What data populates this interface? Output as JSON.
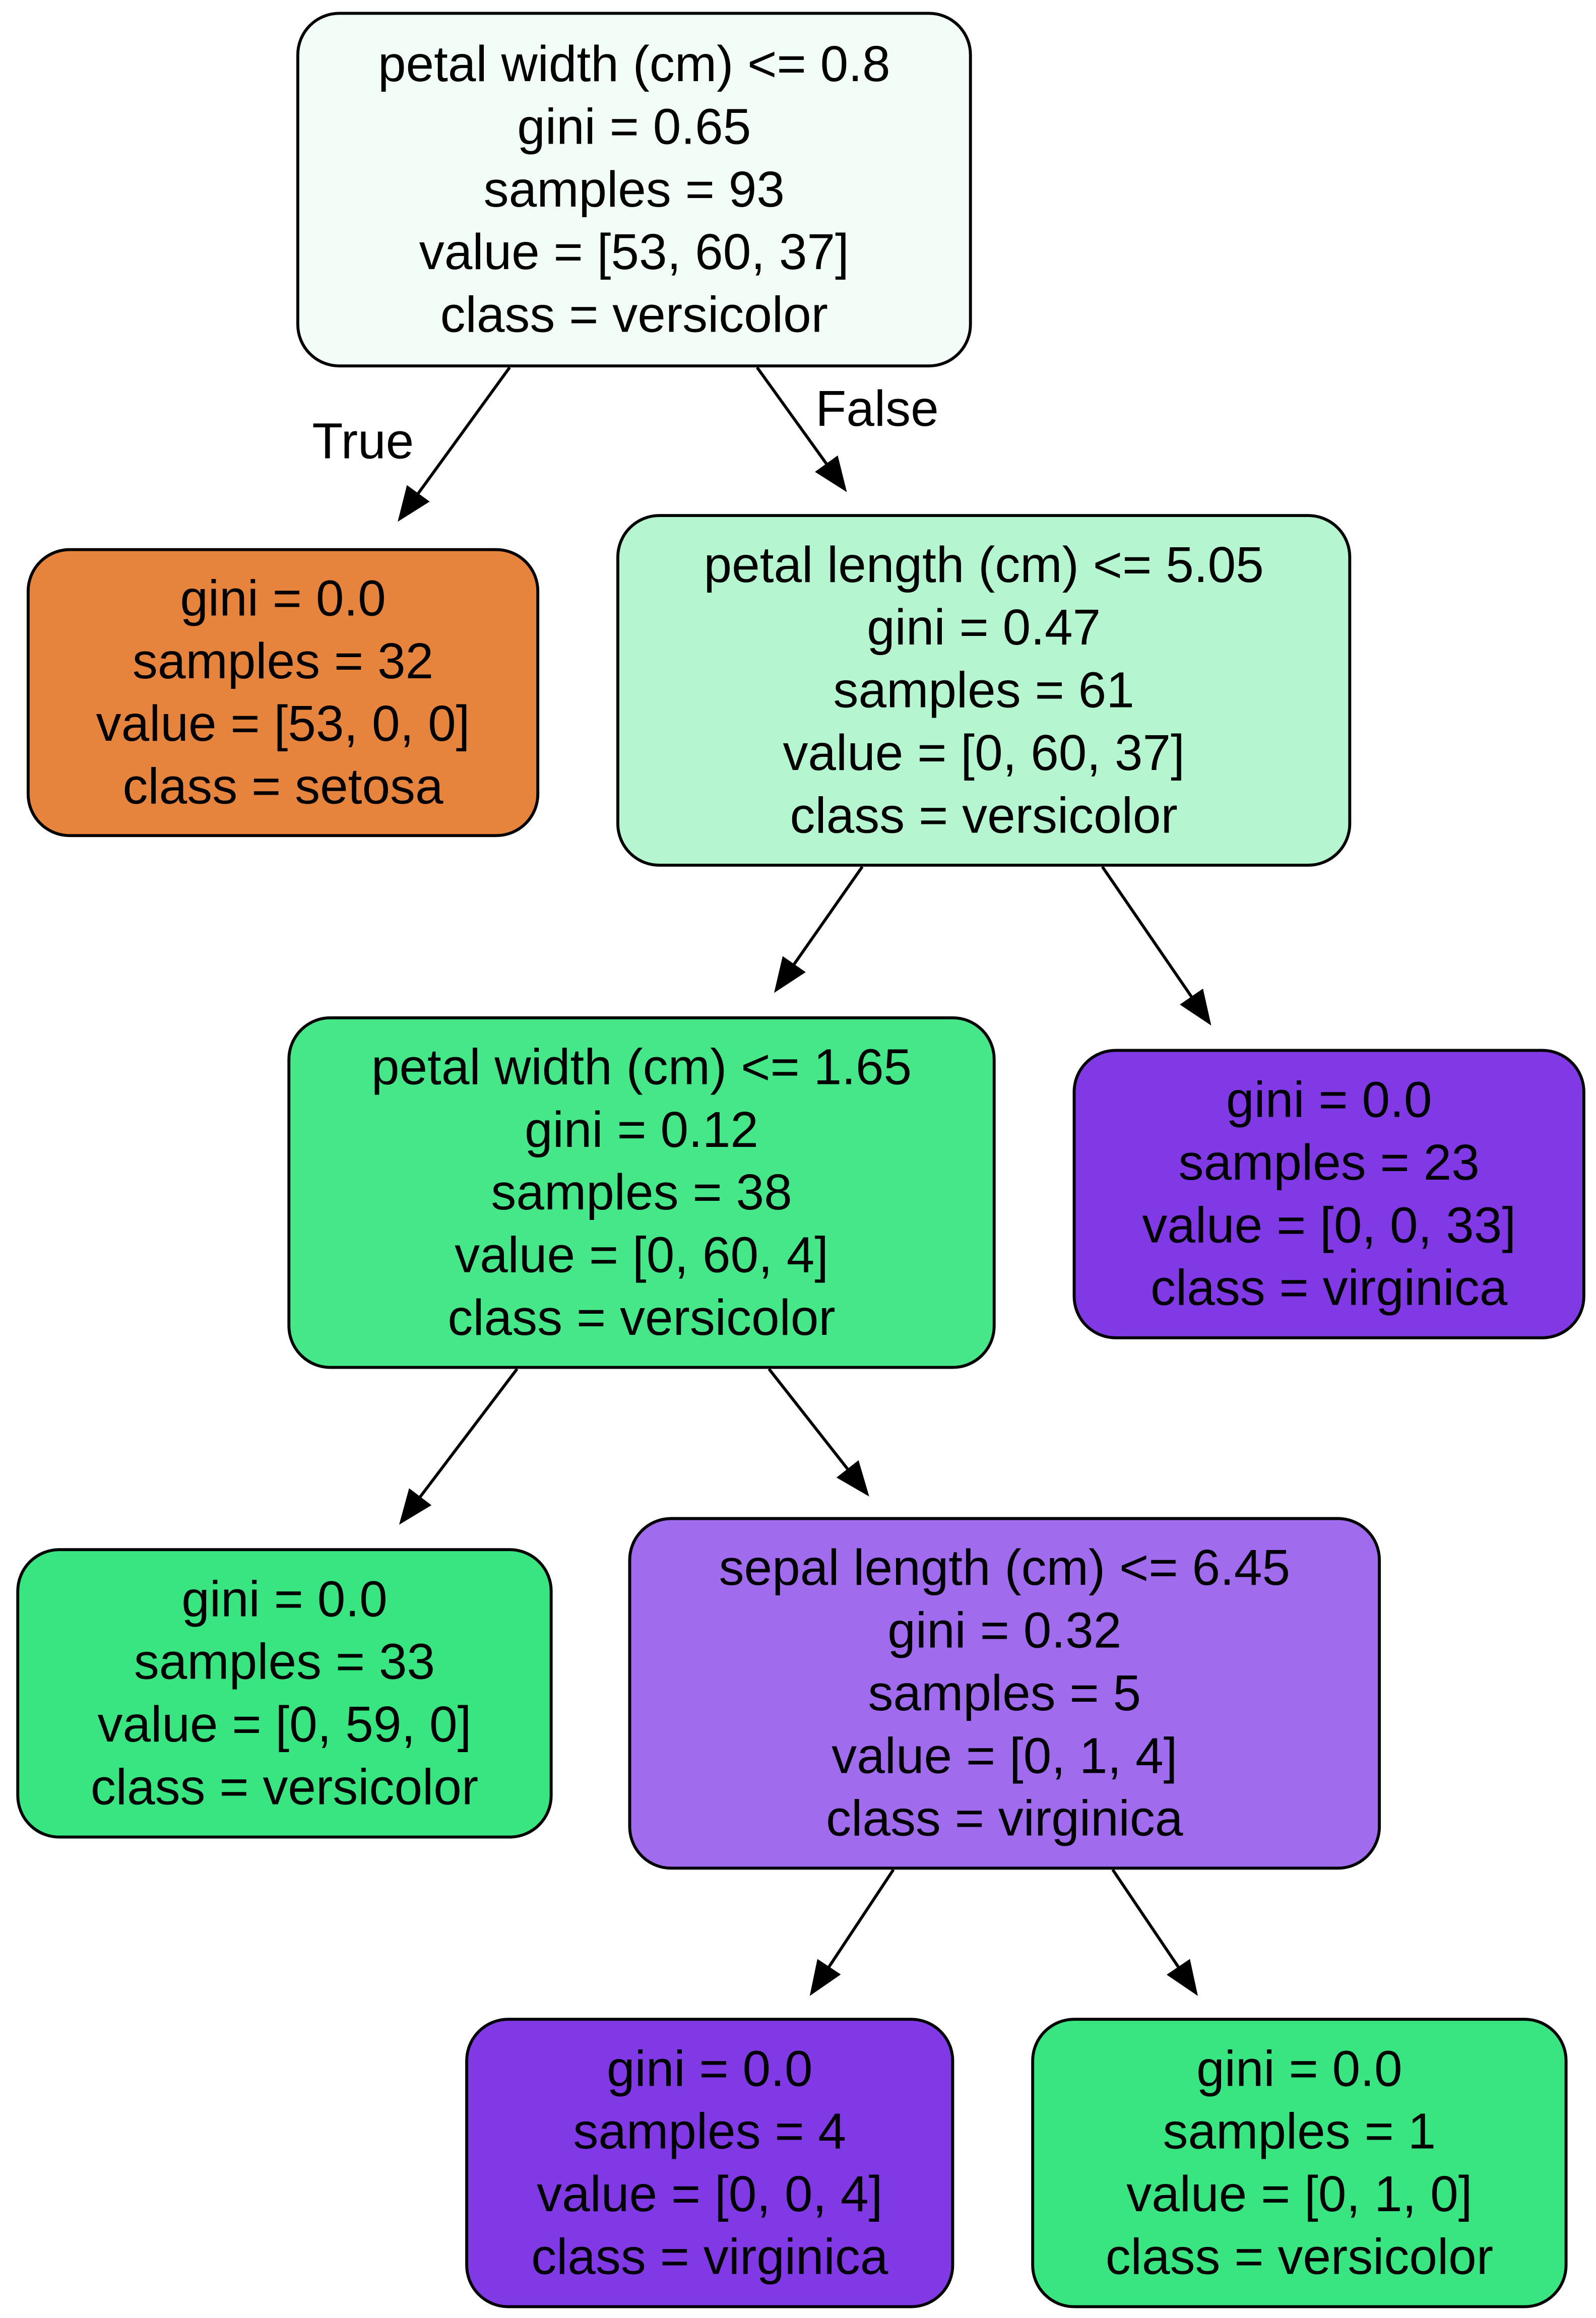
{
  "tree": {
    "edge_labels": {
      "true_label": "True",
      "false_label": "False"
    },
    "nodes": [
      {
        "id": "n0",
        "kind": "split",
        "fill": "#f2fdf7",
        "lines": [
          "petal width (cm) <= 0.8",
          "gini = 0.65",
          "samples = 93",
          "value = [53, 60, 37]",
          "class = versicolor"
        ]
      },
      {
        "id": "n1",
        "kind": "leaf",
        "fill": "#e6843d",
        "lines": [
          "gini = 0.0",
          "samples = 32",
          "value = [53, 0, 0]",
          "class = setosa"
        ]
      },
      {
        "id": "n2",
        "kind": "split",
        "fill": "#b5f5d0",
        "lines": [
          "petal length (cm) <= 5.05",
          "gini = 0.47",
          "samples = 61",
          "value = [0, 60, 37]",
          "class = versicolor"
        ]
      },
      {
        "id": "n3",
        "kind": "split",
        "fill": "#46e789",
        "lines": [
          "petal width (cm) <= 1.65",
          "gini = 0.12",
          "samples = 38",
          "value = [0, 60, 4]",
          "class = versicolor"
        ]
      },
      {
        "id": "n4",
        "kind": "leaf",
        "fill": "#8139e5",
        "lines": [
          "gini = 0.0",
          "samples = 23",
          "value = [0, 0, 33]",
          "class = virginica"
        ]
      },
      {
        "id": "n5",
        "kind": "leaf",
        "fill": "#39e581",
        "lines": [
          "gini = 0.0",
          "samples = 33",
          "value = [0, 59, 0]",
          "class = versicolor"
        ]
      },
      {
        "id": "n6",
        "kind": "split",
        "fill": "#a06bec",
        "lines": [
          "sepal length (cm) <= 6.45",
          "gini = 0.32",
          "samples = 5",
          "value = [0, 1, 4]",
          "class = virginica"
        ]
      },
      {
        "id": "n7",
        "kind": "leaf",
        "fill": "#8139e5",
        "lines": [
          "gini = 0.0",
          "samples = 4",
          "value = [0, 0, 4]",
          "class = virginica"
        ]
      },
      {
        "id": "n8",
        "kind": "leaf",
        "fill": "#39e581",
        "lines": [
          "gini = 0.0",
          "samples = 1",
          "value = [0, 1, 0]",
          "class = versicolor"
        ]
      }
    ],
    "edges": [
      {
        "from": "n0",
        "to": "n1",
        "label_key": "true_label"
      },
      {
        "from": "n0",
        "to": "n2",
        "label_key": "false_label"
      },
      {
        "from": "n2",
        "to": "n3"
      },
      {
        "from": "n2",
        "to": "n4"
      },
      {
        "from": "n3",
        "to": "n5"
      },
      {
        "from": "n3",
        "to": "n6"
      },
      {
        "from": "n6",
        "to": "n7"
      },
      {
        "from": "n6",
        "to": "n8"
      }
    ]
  }
}
